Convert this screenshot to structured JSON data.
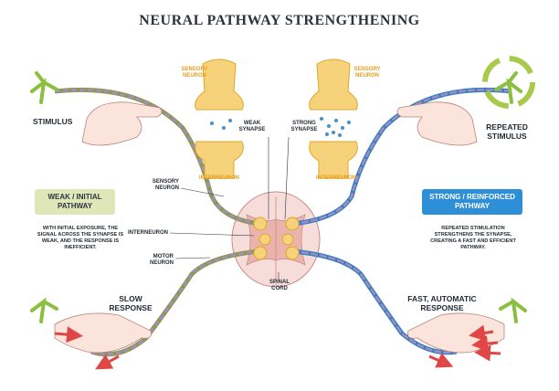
{
  "title": "NEURAL PATHWAY STRENGTHENING",
  "labels": {
    "stimulus": "STIMULUS",
    "repeated_stimulus_line1": "REPEATED",
    "repeated_stimulus_line2": "STIMULUS",
    "sensory_neuron_left_line1": "SENSORY",
    "sensory_neuron_left_line2": "NEURON",
    "sensory_neuron_right_line1": "SENSORY",
    "sensory_neuron_right_line2": "NEURON",
    "interneuron_left": "INTERNEURON",
    "interneuron_right": "INTERNEURON",
    "weak_synapse_line1": "WEAK",
    "weak_synapse_line2": "SYNAPSE",
    "strong_synapse_line1": "STRONG",
    "strong_synapse_line2": "SYNAPSE",
    "sensory_neuron_mid_line1": "SENSORY",
    "sensory_neuron_mid_line2": "NEURON",
    "interneuron_mid": "INTERNEURON",
    "motor_neuron_line1": "MOTOR",
    "motor_neuron_line2": "NEURON",
    "spinal_cord_line1": "SPINAL",
    "spinal_cord_line2": "CORD",
    "slow_response_line1": "SLOW",
    "slow_response_line2": "RESPONSE",
    "fast_response_line1": "FAST, AUTOMATIC",
    "fast_response_line2": "RESPONSE"
  },
  "weak_box": {
    "line1": "WEAK / INITIAL",
    "line2": "PATHWAY"
  },
  "strong_box": {
    "line1": "STRONG / REINFORCED",
    "line2": "PATHWAY"
  },
  "weak_text": "WITH INITIAL EXPOSURE, THE SIGNAL ACROSS THE SYNAPSE IS WEAK, AND THE RESPONSE IS INEFFICIENT.",
  "strong_text": "REPEATED STIMULATION STRENGTHENS THE SYNAPSE, CREATING A FAST AND EFFICIENT PATHWAY.",
  "colors": {
    "weak_pathway": "#8a9a4a",
    "weak_segment": "#a48bc0",
    "strong_pathway": "#2f7fc1",
    "neuron_fill": "#f6d27b",
    "neuron_stroke": "#e0a528",
    "box_weak_bg": "#dfe7b8",
    "box_strong_bg": "#2f8fd6",
    "cord_fill": "#f4c9c4",
    "skin": "#fbe4dc",
    "arrow_red": "#e04646",
    "cycle_green": "#a8c94b",
    "plant_green": "#8bbf3f"
  },
  "icons": [
    "plant-stimulus-icon",
    "cycle-arrows-icon",
    "hand-icon",
    "synapse-icon",
    "spinal-cord-icon"
  ]
}
